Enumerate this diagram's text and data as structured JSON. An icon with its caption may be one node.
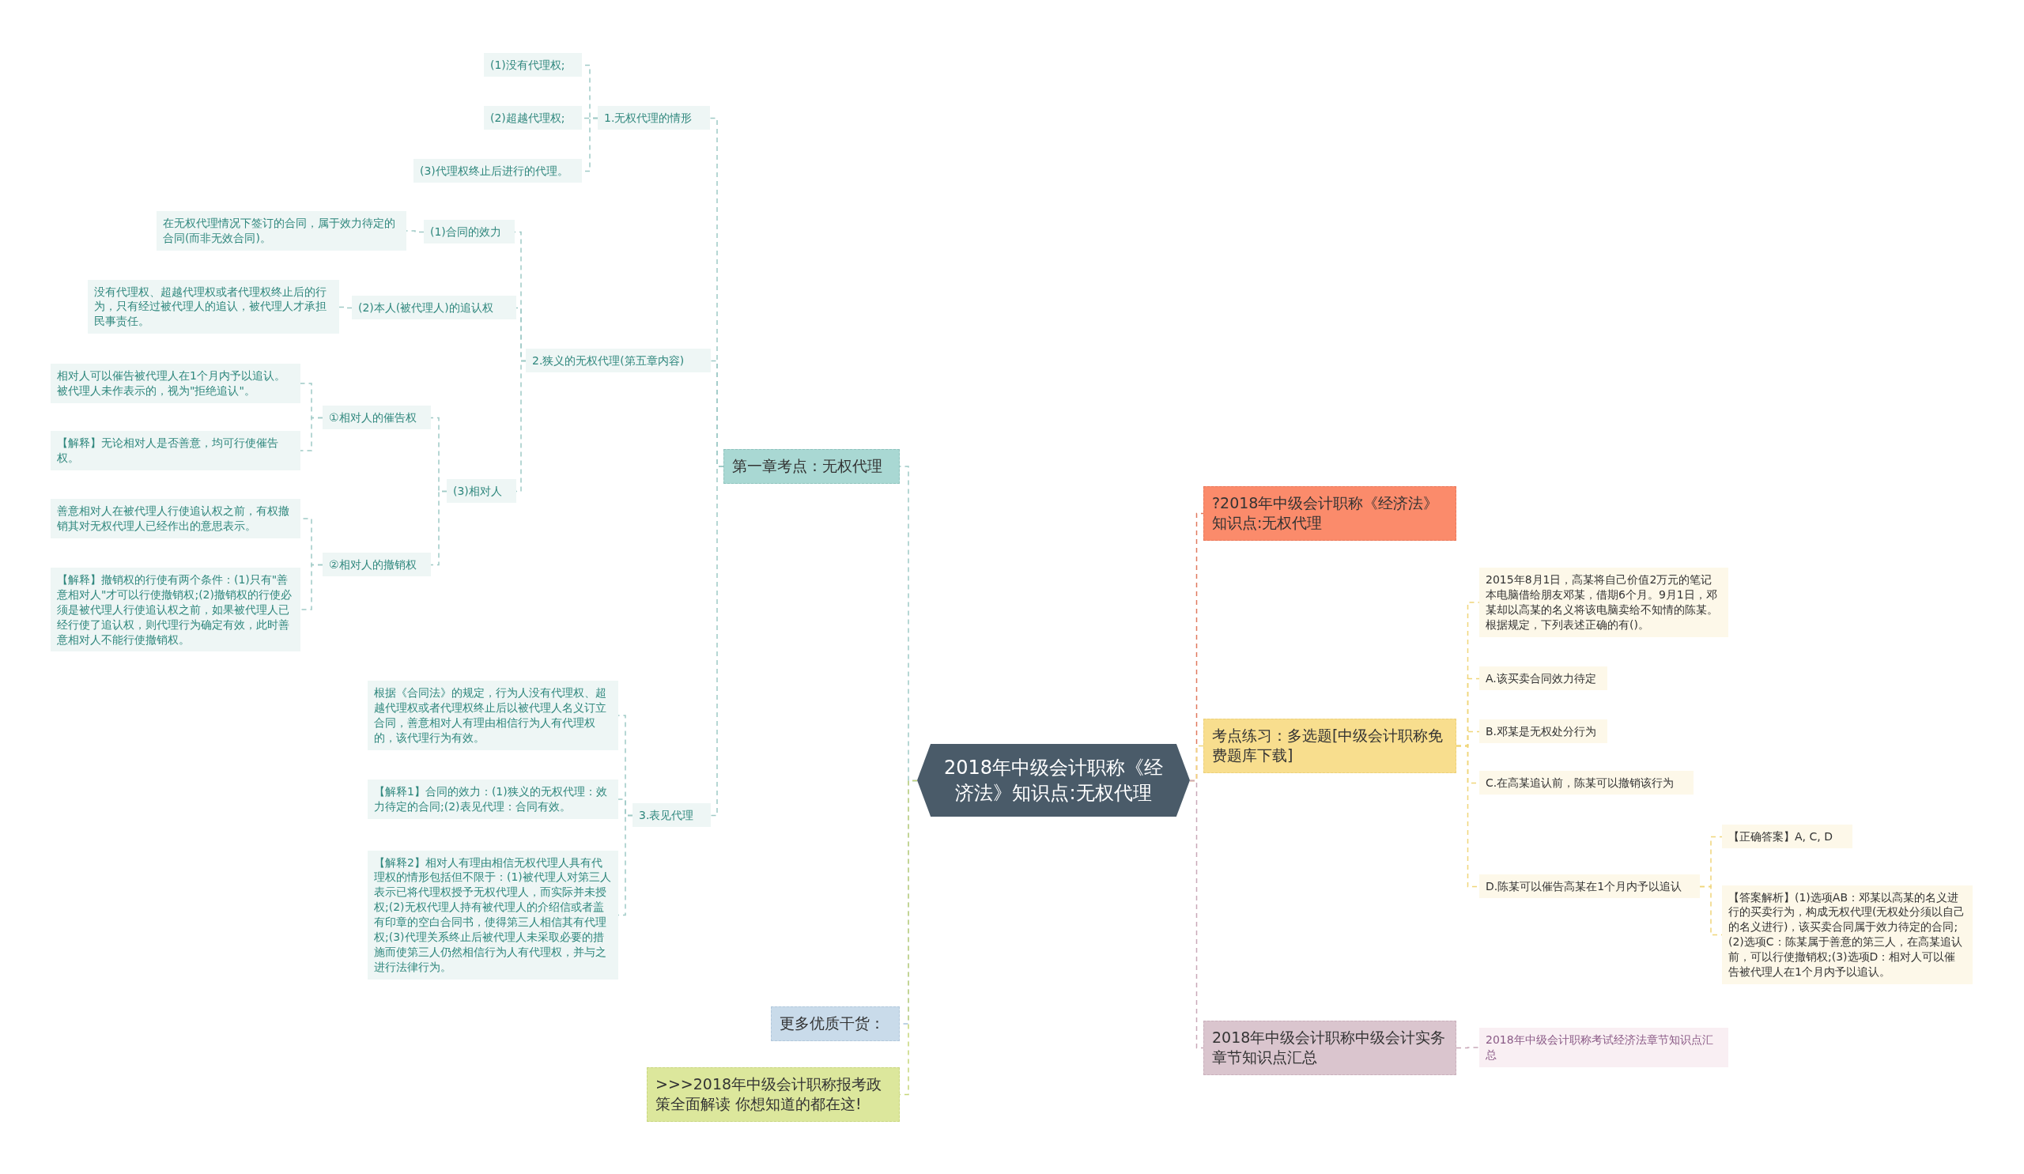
{
  "diagram": {
    "nodes": [
      {
        "text": [
          "2018年中级会计职称《经济法》知识点:无权代理"
        ]
      },
      {
        "text": [
          "第一章考点：无权代理"
        ]
      },
      {
        "text": [
          "1.无权代理的情形"
        ]
      },
      {
        "text": [
          "(1)没有代理权;"
        ]
      },
      {
        "text": [
          "(2)超越代理权;"
        ]
      },
      {
        "text": [
          "(3)代理权终止后进行的代理。"
        ]
      },
      {
        "text": [
          "2.狭义的无权代理(第五章内容)"
        ]
      },
      {
        "text": [
          "(1)合同的效力"
        ]
      },
      {
        "text": [
          "在无权代理情况下签订的合同，属于效力待定的合同(而非无效合同)。"
        ]
      },
      {
        "text": [
          "(2)本人(被代理人)的追认权"
        ]
      },
      {
        "text": [
          "没有代理权、超越代理权或者代理权终止后的行为，只有经过被代理人的追认，被代理人才承担民事责任。"
        ]
      },
      {
        "text": [
          "(3)相对人"
        ]
      },
      {
        "text": [
          "①相对人的催告权"
        ]
      },
      {
        "text": [
          "相对人可以催告被代理人在1个月内予以追认。被代理人未作表示的，视为\"拒绝追认\"。"
        ]
      },
      {
        "text": [
          "【解释】无论相对人是否善意，均可行使催告权。"
        ]
      },
      {
        "text": [
          "②相对人的撤销权"
        ]
      },
      {
        "text": [
          "善意相对人在被代理人行使追认权之前，有权撤销其对无权代理人已经作出的意思表示。"
        ]
      },
      {
        "text": [
          "【解释】撤销权的行使有两个条件：(1)只有\"善意相对人\"才可以行使撤销权;(2)撤销权的行使必须是被代理人行使追认权之前，如果被代理人已经行使了追认权，则代理行为确定有效，此时善意相对人不能行使撤销权。"
        ]
      },
      {
        "text": [
          "3.表见代理"
        ]
      },
      {
        "text": [
          "根据《合同法》的规定，行为人没有代理权、超越代理权或者代理权终止后以被代理人名义订立合同，善意相对人有理由相信行为人有代理权的，该代理行为有效。"
        ]
      },
      {
        "text": [
          "【解释1】合同的效力：(1)狭义的无权代理：效力待定的合同;(2)表见代理：合同有效。"
        ]
      },
      {
        "text": [
          "【解释2】相对人有理由相信无权代理人具有代理权的情形包括但不限于：(1)被代理人对第三人表示已将代理权授予无权代理人，而实际并未授权;(2)无权代理人持有被代理人的介绍信或者盖有印章的空白合同书，使得第三人相信其有代理权;(3)代理关系终止后被代理人未采取必要的措施而使第三人仍然相信行为人有代理权，并与之进行法律行为。"
        ]
      },
      {
        "text": [
          "更多优质干货："
        ]
      },
      {
        "text": [
          ">>>2018年中级会计职称报考政策全面解读 你想知道的都在这!"
        ]
      },
      {
        "text": [
          "?2018年中级会计职称《经济法》知识点:无权代理"
        ]
      },
      {
        "text": [
          "考点练习：多选题[中级会计职称免费题库下载]"
        ]
      },
      {
        "text": [
          "2015年8月1日，高某将自己价值2万元的笔记本电脑借给朋友邓某，借期6个月。9月1日，邓某却以高某的名义将该电脑卖给不知情的陈某。根据规定，下列表述正确的有()。"
        ]
      },
      {
        "text": [
          "A.该买卖合同效力待定"
        ]
      },
      {
        "text": [
          "B.邓某是无权处分行为"
        ]
      },
      {
        "text": [
          "C.在高某追认前，陈某可以撤销该行为"
        ]
      },
      {
        "text": [
          "D.陈某可以催告高某在1个月内予以追认"
        ]
      },
      {
        "text": [
          "【正确答案】A, C, D"
        ]
      },
      {
        "text": [
          "【答案解析】(1)选项AB：邓某以高某的名义进行的买卖行为，构成无权代理(无权处分须以自己的名义进行)，该买卖合同属于效力待定的合同;(2)选项C：陈某属于善意的第三人，在高某追认前，可以行使撤销权;(3)选项D：相对人可以催告被代理人在1个月内予以追认。"
        ]
      },
      {
        "text": [
          "2018年中级会计职称中级会计实务章节知识点汇总"
        ]
      },
      {
        "text": [
          "2018年中级会计职称考试经济法章节知识点汇总"
        ]
      }
    ],
    "edges": [
      {
        "from": 0,
        "to": 1,
        "arrow": "none",
        "style": "dashed"
      },
      {
        "from": 0,
        "to": 22,
        "arrow": "none",
        "style": "dashed",
        "color": "#a9c4dc"
      },
      {
        "from": 0,
        "to": 23,
        "arrow": "none",
        "style": "dashed",
        "color": "#c5d67a"
      },
      {
        "from": 1,
        "to": 2,
        "arrow": "none",
        "style": "dashed"
      },
      {
        "from": 2,
        "to": 3,
        "arrow": "none",
        "style": "dashed"
      },
      {
        "from": 2,
        "to": 4,
        "arrow": "none",
        "style": "dashed"
      },
      {
        "from": 2,
        "to": 5,
        "arrow": "none",
        "style": "dashed"
      },
      {
        "from": 1,
        "to": 6,
        "arrow": "none",
        "style": "dashed"
      },
      {
        "from": 6,
        "to": 7,
        "arrow": "none",
        "style": "dashed"
      },
      {
        "from": 7,
        "to": 8,
        "arrow": "none",
        "style": "dashed"
      },
      {
        "from": 6,
        "to": 9,
        "arrow": "none",
        "style": "dashed"
      },
      {
        "from": 9,
        "to": 10,
        "arrow": "none",
        "style": "dashed"
      },
      {
        "from": 6,
        "to": 11,
        "arrow": "none",
        "style": "dashed"
      },
      {
        "from": 11,
        "to": 12,
        "arrow": "none",
        "style": "dashed"
      },
      {
        "from": 12,
        "to": 13,
        "arrow": "none",
        "style": "dashed"
      },
      {
        "from": 12,
        "to": 14,
        "arrow": "none",
        "style": "dashed"
      },
      {
        "from": 11,
        "to": 15,
        "arrow": "none",
        "style": "dashed"
      },
      {
        "from": 15,
        "to": 16,
        "arrow": "none",
        "style": "dashed"
      },
      {
        "from": 15,
        "to": 17,
        "arrow": "none",
        "style": "dashed"
      },
      {
        "from": 1,
        "to": 18,
        "arrow": "none",
        "style": "dashed"
      },
      {
        "from": 18,
        "to": 19,
        "arrow": "none",
        "style": "dashed"
      },
      {
        "from": 18,
        "to": 20,
        "arrow": "none",
        "style": "dashed"
      },
      {
        "from": 18,
        "to": 21,
        "arrow": "none",
        "style": "dashed"
      },
      {
        "from": 0,
        "to": 24,
        "arrow": "none",
        "style": "dashed",
        "color": "#e07a5f"
      },
      {
        "from": 0,
        "to": 25,
        "arrow": "none",
        "style": "dashed",
        "color": "#f0d57a"
      },
      {
        "from": 25,
        "to": 26,
        "arrow": "none",
        "style": "dashed",
        "color": "#f0d57a"
      },
      {
        "from": 25,
        "to": 27,
        "arrow": "none",
        "style": "dashed",
        "color": "#f0d57a"
      },
      {
        "from": 25,
        "to": 28,
        "arrow": "none",
        "style": "dashed",
        "color": "#f0d57a"
      },
      {
        "from": 25,
        "to": 29,
        "arrow": "none",
        "style": "dashed",
        "color": "#f0d57a"
      },
      {
        "from": 25,
        "to": 30,
        "arrow": "none",
        "style": "dashed",
        "color": "#f0d57a"
      },
      {
        "from": 30,
        "to": 31,
        "arrow": "none",
        "style": "dashed",
        "color": "#f0d57a"
      },
      {
        "from": 30,
        "to": 32,
        "arrow": "none",
        "style": "dashed",
        "color": "#f0d57a"
      },
      {
        "from": 0,
        "to": 33,
        "arrow": "none",
        "style": "dashed",
        "color": "#c9a9b9"
      },
      {
        "from": 33,
        "to": 34,
        "arrow": "none",
        "style": "dashed",
        "color": "#c9a9b9"
      }
    ]
  }
}
